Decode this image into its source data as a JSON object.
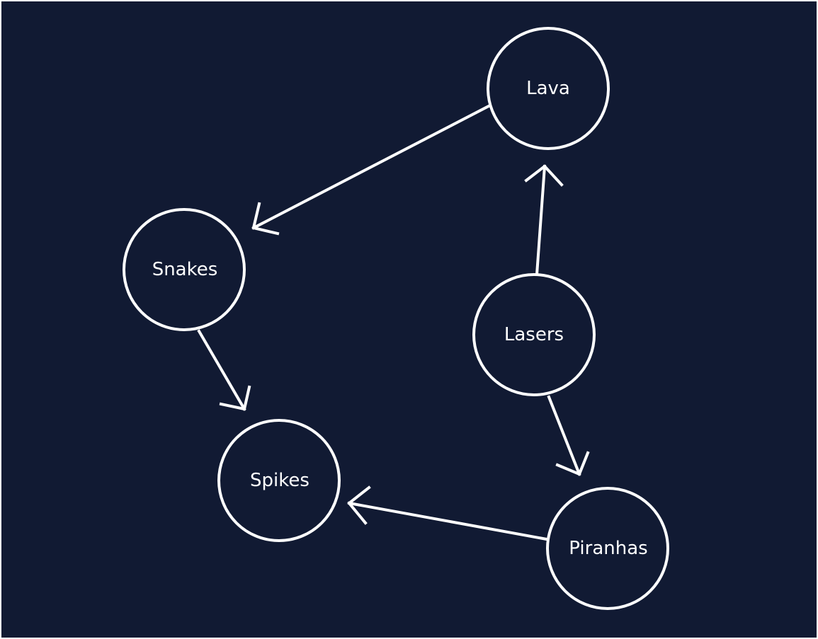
{
  "colors": {
    "background": "#111a33",
    "stroke": "#ffffff",
    "text": "#ffffff"
  },
  "nodes": [
    {
      "id": "lava",
      "label": "Lava"
    },
    {
      "id": "snakes",
      "label": "Snakes"
    },
    {
      "id": "lasers",
      "label": "Lasers"
    },
    {
      "id": "spikes",
      "label": "Spikes"
    },
    {
      "id": "piranhas",
      "label": "Piranhas"
    }
  ],
  "edges": [
    {
      "from": "lava",
      "to": "snakes"
    },
    {
      "from": "snakes",
      "to": "spikes"
    },
    {
      "from": "lasers",
      "to": "lava"
    },
    {
      "from": "lasers",
      "to": "piranhas"
    },
    {
      "from": "piranhas",
      "to": "spikes"
    }
  ]
}
